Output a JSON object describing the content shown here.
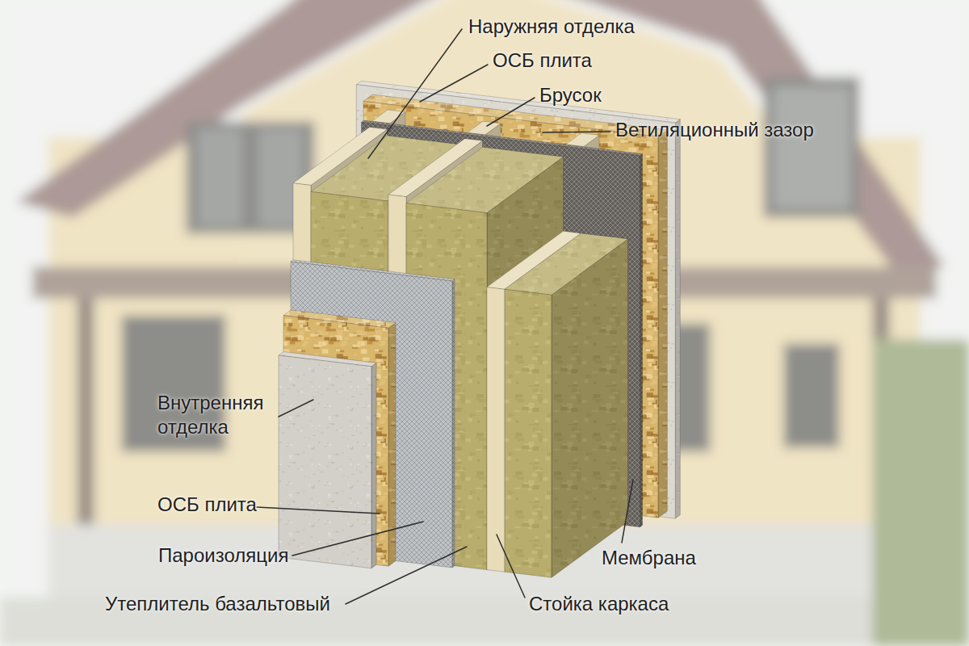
{
  "diagram": {
    "labels": [
      "Наружняя отделка",
      "ОСБ плита",
      "Брусок",
      "Ветиляционный зазор",
      "Внутренняя отделка",
      "ОСБ плита",
      "Пароизоляция",
      "Утеплитель базальтовый",
      "Мембрана",
      "Стойка каркаса"
    ]
  }
}
